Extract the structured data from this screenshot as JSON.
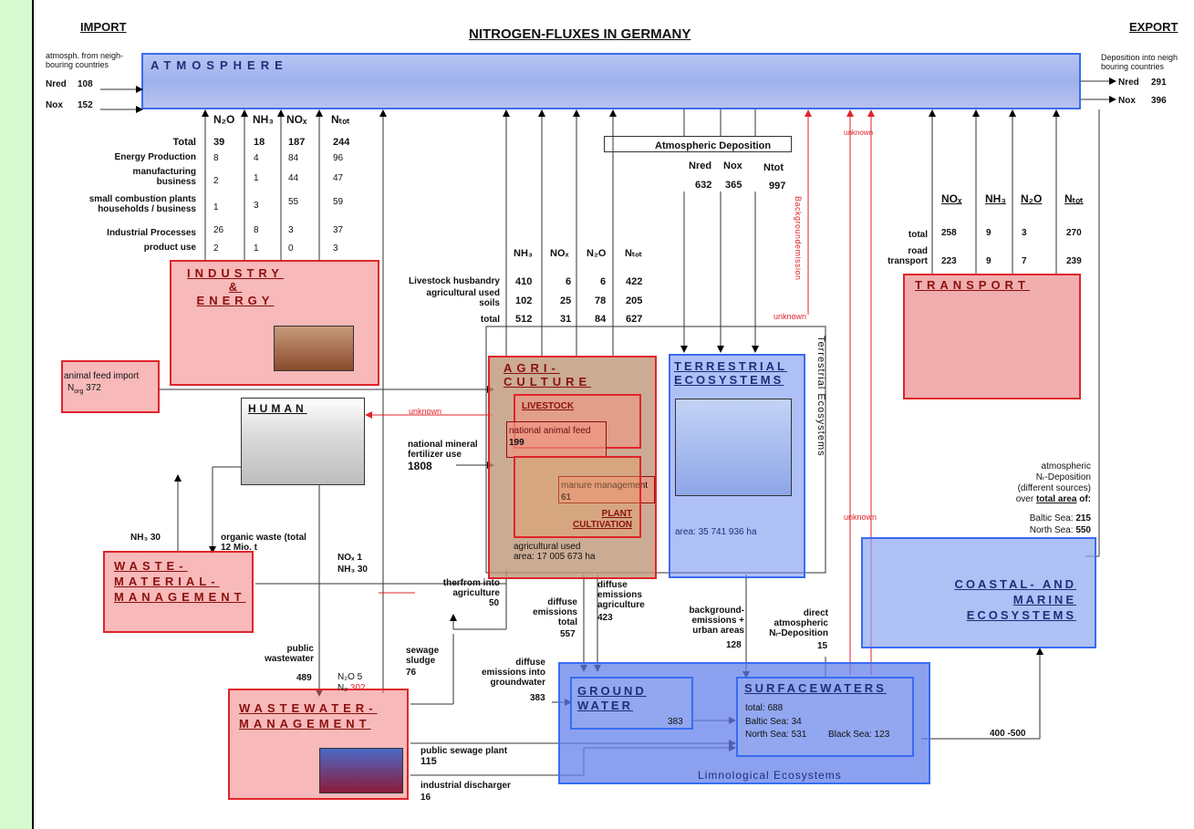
{
  "header": {
    "import": "IMPORT",
    "title": "NITROGEN-FLUXES IN GERMANY",
    "export": "EXPORT"
  },
  "atmosphere": {
    "label": "ATMOSPHERE",
    "import_note": "atmosph. from neigh-\nbouring countries",
    "nred_in_label": "Nred",
    "nred_in": "108",
    "nox_in_label": "Nox",
    "nox_in": "152",
    "export_note": "Deposition into neigh\nbouring countries",
    "nred_out_label": "Nred",
    "nred_out": "291",
    "nox_out_label": "Nox",
    "nox_out": "396"
  },
  "industry_table": {
    "headers": [
      "N₂O",
      "NH₃",
      "NOₓ",
      "Nₜₒₜ"
    ],
    "rows": [
      {
        "label": "Total",
        "values": [
          "39",
          "18",
          "187",
          "244"
        ]
      },
      {
        "label": "Energy Production",
        "values": [
          "8",
          "4",
          "84",
          "96"
        ]
      },
      {
        "label": "manufacturing\nbusiness",
        "values": [
          "2",
          "1",
          "44",
          "47"
        ]
      },
      {
        "label": "small combustion plants\nhouseholds / business",
        "values": [
          "1",
          "3",
          "55",
          "59"
        ]
      },
      {
        "label": "Industrial Processes",
        "values": [
          "26",
          "8",
          "3",
          "37"
        ]
      },
      {
        "label": "product use",
        "values": [
          "2",
          "1",
          "0",
          "3"
        ]
      }
    ]
  },
  "agri_table": {
    "headers": [
      "NH₃",
      "NOₓ",
      "N₂O",
      "Nₜₒₜ"
    ],
    "rows": [
      {
        "label": "Livestock husbandry",
        "values": [
          "410",
          "6",
          "6",
          "422"
        ]
      },
      {
        "label": "agricultural used\nsoils",
        "values": [
          "102",
          "25",
          "78",
          "205"
        ]
      },
      {
        "label": "total",
        "values": [
          "512",
          "31",
          "84",
          "627"
        ]
      }
    ]
  },
  "deposition": {
    "title": "Atmospheric Deposition",
    "headers": [
      "Nred",
      "Nox",
      "Ntot"
    ],
    "values": [
      "632",
      "365",
      "997"
    ]
  },
  "transport_table": {
    "headers": [
      "NOₓ",
      "NH₃",
      "N₂O",
      "Nₜₒₜ"
    ],
    "rows": [
      {
        "label": "total",
        "values": [
          "258",
          "9",
          "3",
          "270"
        ]
      },
      {
        "label": "road\ntransport",
        "values": [
          "223",
          "9",
          "7",
          "239"
        ]
      }
    ]
  },
  "boxes": {
    "industry": "INDUSTRY\n&\nENERGY",
    "transport": "TRANSPORT",
    "human": "HUMAN",
    "agri": "AGRI-\nCULTURE",
    "livestock": "LIVESTOCK",
    "national_feed": "national  animal  feed",
    "national_feed_val": "199",
    "manure": "manure management",
    "manure_val": "61",
    "plant": "PLANT\nCULTIVATION",
    "agri_area": "agricultural used\narea: 17 005 673 ha",
    "terrestrial": "TERRESTRIAL\nECOSYSTEMS",
    "terrestrial_area": "area:  35 741 936 ha",
    "terrestrial_side": "Terrestrial Ecosystems",
    "waste": "WASTE-\nMATERIAL-\nMANAGEMENT",
    "wastewater": "WASTEWATER-\nMANAGEMENT",
    "coastal": "COASTAL- AND\nMARINE\nECOSYSTEMS",
    "groundwater": "GROUND\nWATER",
    "groundwater_val": "383",
    "surfacewaters": "SURFACEWATERS",
    "sw_total": "total: 688",
    "sw_baltic": "Baltic Sea: 34",
    "sw_north": "North Sea: 531",
    "sw_black": "Black Sea: 123",
    "limnological": "Limnological Ecosystems"
  },
  "flows": {
    "animal_feed_import": "animal feed import",
    "animal_feed_norg": "N",
    "animal_feed_sub": "org",
    "animal_feed_val": "372",
    "unknown": "unknown",
    "mineral_fert": "national mineral\nfertilizer use",
    "mineral_fert_val": "1808",
    "background_emission": "Backgroundemission",
    "nh3_waste": "NH₃  30",
    "organic_waste": "organic waste (total\n12 Mio. t",
    "nox_waste": "NOₓ",
    "nox_waste_val": "1",
    "nh3_waste2": "NH₃",
    "nh3_waste2_val": "30",
    "therfrom": "therfrom into\nagriculture",
    "therfrom_val": "50",
    "public_wastewater": "public\nwastewater",
    "public_wastewater_val": "489",
    "n2o_ww": "N₂O 5",
    "n2_ww": "N₂",
    "n2_ww_val": "302",
    "sewage_sludge": "sewage\nsludge",
    "sewage_sludge_val": "76",
    "diffuse_total": "diffuse\nemissions\ntotal",
    "diffuse_total_val": "557",
    "diffuse_agri": "diffuse\nemissions\nagriculture",
    "diffuse_agri_val": "423",
    "diffuse_gw": "diffuse\nemissions into\ngroundwater",
    "diffuse_gw_val": "383",
    "background_urban": "background-\nemissions +\nurban areas",
    "background_urban_val": "128",
    "direct_dep": "direct\natmospheric\nNᵣ-Deposition",
    "direct_dep_val": "15",
    "public_sewage": "public sewage plant",
    "public_sewage_val": "115",
    "industrial_discharger": "industrial discharger",
    "industrial_discharger_val": "16",
    "export_range": "400 -500",
    "atm_dep_note": "atmospheric\nNᵣ-Deposition\n(different sources)\nover",
    "total_area": "total area",
    "of": "of:",
    "baltic_dep": "Baltic Sea:",
    "baltic_dep_val": "215",
    "north_dep": "North Sea:",
    "north_dep_val": "550"
  }
}
